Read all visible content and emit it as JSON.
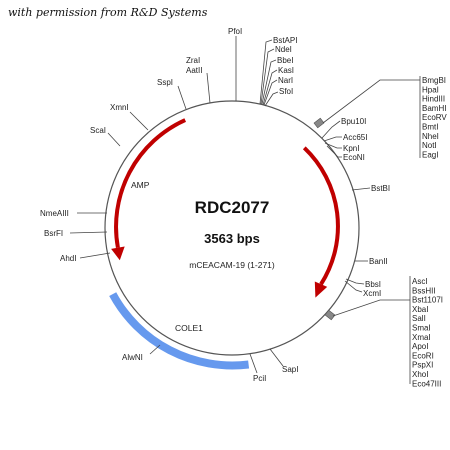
{
  "credit": "with permission from R&D Systems",
  "plasmid": {
    "name": "RDC2077",
    "size": "3563 bps",
    "insert": "mCEACAM-19 (1-271)"
  },
  "features": {
    "amp": {
      "label": "AMP",
      "color": "#c00000"
    },
    "cole1": {
      "label": "COLE1",
      "color": "#6699ee"
    },
    "insert_color": "#c00000"
  },
  "sites": {
    "pfoi": "PfoI",
    "zrai": "ZraI",
    "aatii": "AatII",
    "sspi": "SspI",
    "xmni": "XmnI",
    "scai": "ScaI",
    "nmeaiii": "NmeAIII",
    "bsrfi": "BsrFI",
    "ahdi": "AhdI",
    "alwni": "AlwNI",
    "pcii": "PciI",
    "sapi": "SapI",
    "bstapi": "BstAPI",
    "ndei": "NdeI",
    "bbei": "BbeI",
    "kasi": "KasI",
    "nari": "NarI",
    "sfoi": "SfoI",
    "bpu10i": "Bpu10I",
    "acc65i": "Acc65I",
    "kpni": "KpnI",
    "econi": "EcoNI",
    "bstbi": "BstBI",
    "banii": "BanII",
    "bbsi": "BbsI",
    "xcmi": "XcmI"
  },
  "mcs_upper": [
    "BmgBI",
    "HpaI",
    "HindIII",
    "BamHI",
    "EcoRV",
    "BmtI",
    "NheI",
    "NotI",
    "EagI"
  ],
  "mcs_lower": [
    "AscI",
    "BssHII",
    "Bst1107I",
    "XbaI",
    "SalI",
    "SmaI",
    "XmaI",
    "ApoI",
    "EcoRI",
    "PspXI",
    "XhoI",
    "Eco47III"
  ]
}
